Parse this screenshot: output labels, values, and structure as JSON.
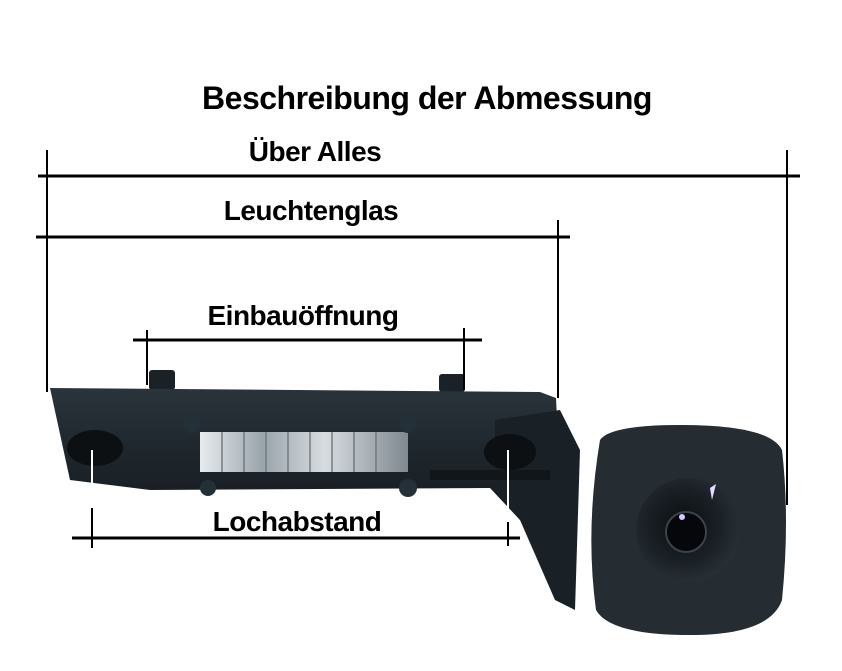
{
  "title": "Beschreibung der Abmessung",
  "dimensions": {
    "overall": {
      "label": "Über Alles"
    },
    "lens": {
      "label": "Leuchtenglas"
    },
    "mounting_opening": {
      "label": "Einbauöffnung"
    },
    "hole_spacing": {
      "label": "Lochabstand"
    }
  },
  "colors": {
    "background": "#ffffff",
    "line": "#000000",
    "body": "#1c2328",
    "body_highlight": "#2b353c",
    "lens_glass": "#c9ced3"
  }
}
